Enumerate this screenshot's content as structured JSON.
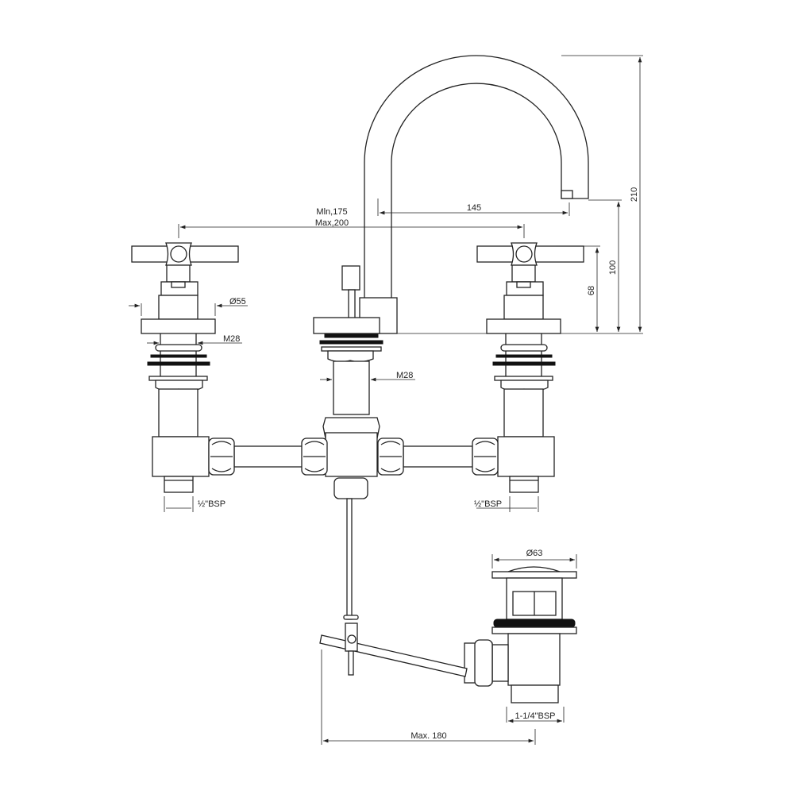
{
  "dimensions": {
    "spout_reach": "145",
    "centers_min": "Mln,175",
    "centers_max": "Max,200",
    "overall_height": "210",
    "spout_height": "100",
    "handle_height": "68",
    "flange_diameter": "Ø55",
    "handle_thread": "M28",
    "spout_thread": "M28",
    "left_inlet": "½\"BSP",
    "right_inlet": "½\"BSP",
    "waste_diameter": "Ø63",
    "waste_thread": "1-1/4\"BSP",
    "waste_reach": "Max. 180"
  },
  "colors": {
    "line": "#222222",
    "background": "#ffffff"
  }
}
